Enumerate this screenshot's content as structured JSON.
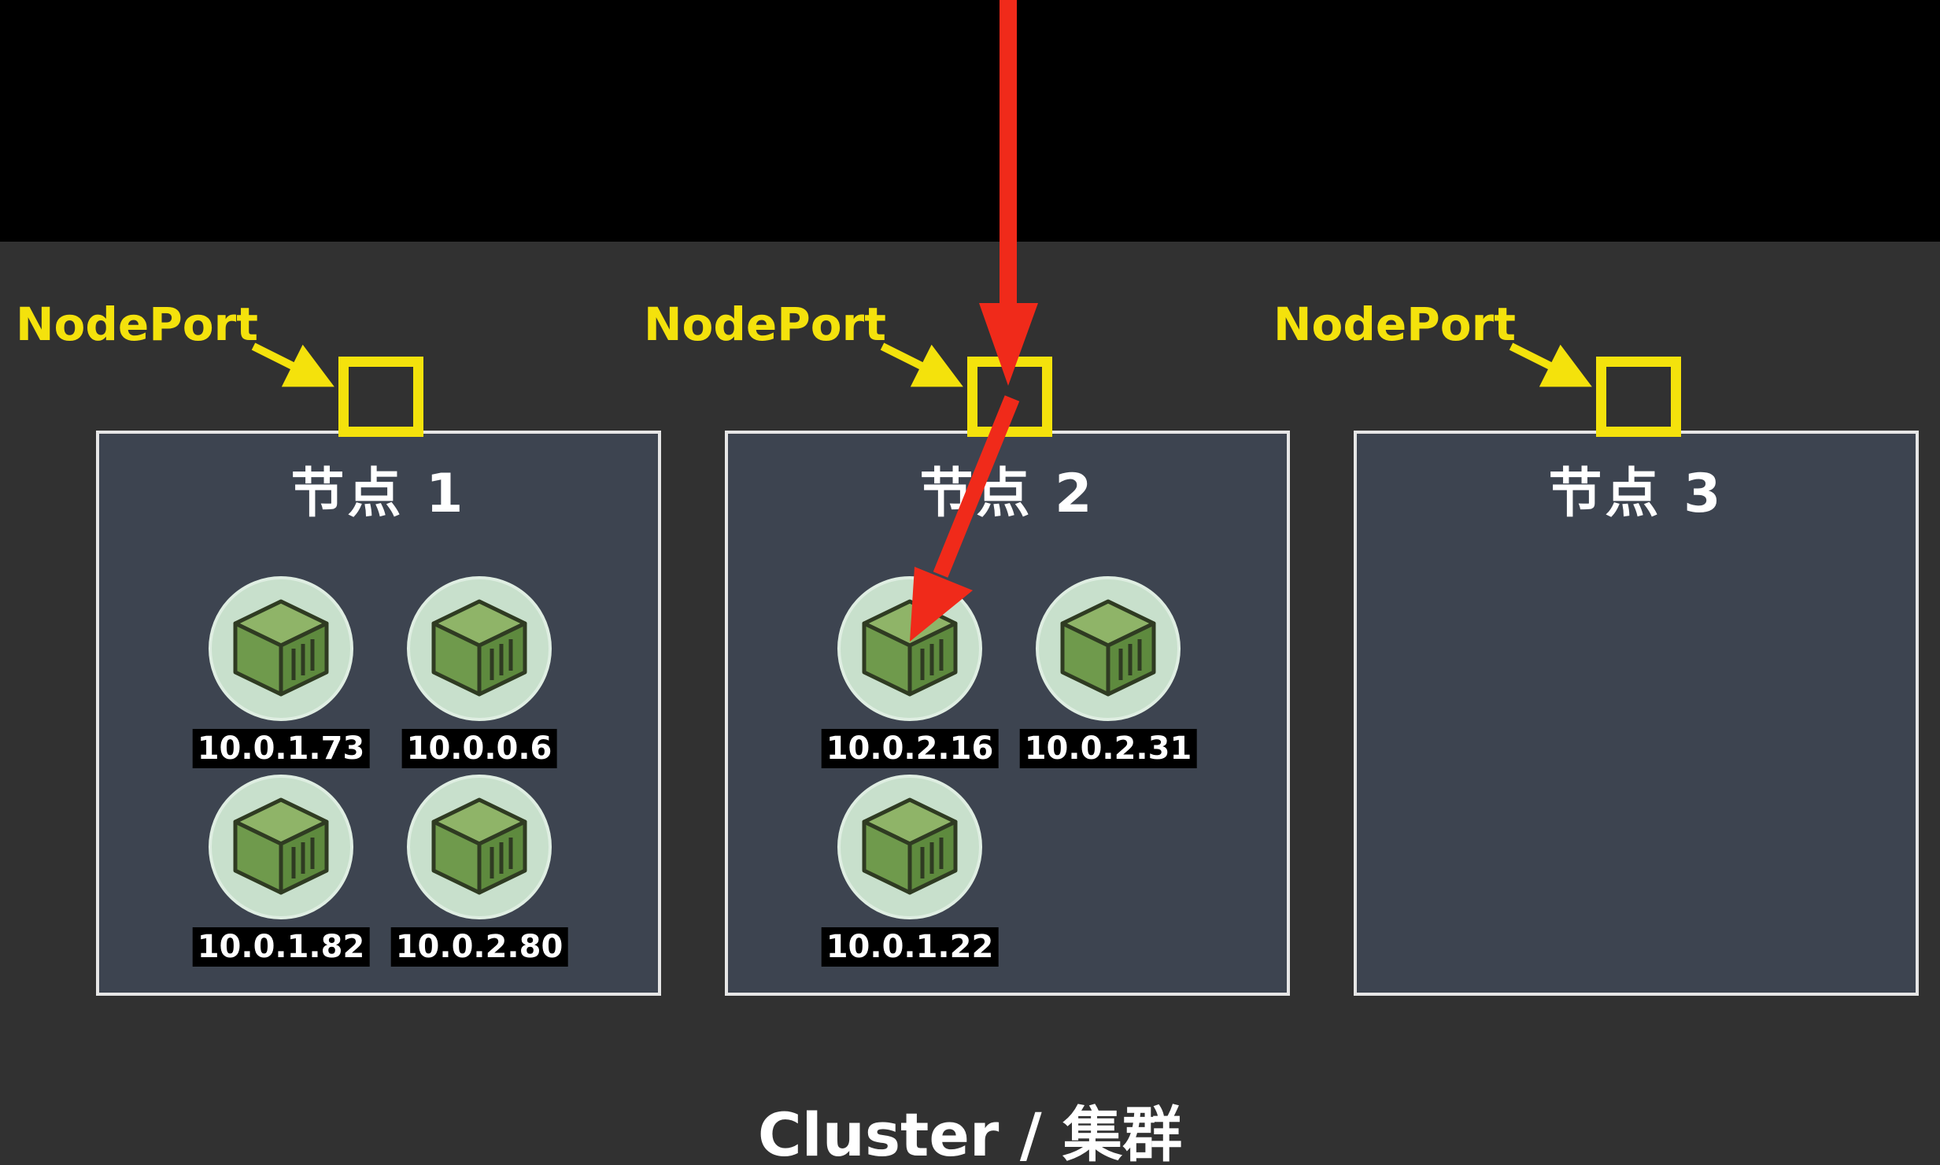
{
  "nodeport_label": "NodePort",
  "nodes": [
    {
      "title": "节点 1",
      "pods": [
        "10.0.1.73",
        "10.0.0.6",
        "10.0.1.82",
        "10.0.2.80"
      ]
    },
    {
      "title": "节点 2",
      "pods": [
        "10.0.2.16",
        "10.0.2.31",
        "10.0.1.22"
      ]
    },
    {
      "title": "节点 3",
      "pods": []
    }
  ],
  "cluster_title": "Cluster / 集群",
  "icons": {
    "pod": "container-cube-icon",
    "nodeport_pointer": "yellow-arrow-icon",
    "traffic": "red-arrow-icon"
  },
  "colors": {
    "background_top": "#000000",
    "cluster_background": "#313131",
    "node_fill": "#3d4450",
    "node_border": "#e6e6e6",
    "nodeport": "#f4e20c",
    "traffic_arrow": "#f02a1a",
    "pod_circle": "#c8e0cc",
    "pod_cube": "#6f9a4c"
  }
}
